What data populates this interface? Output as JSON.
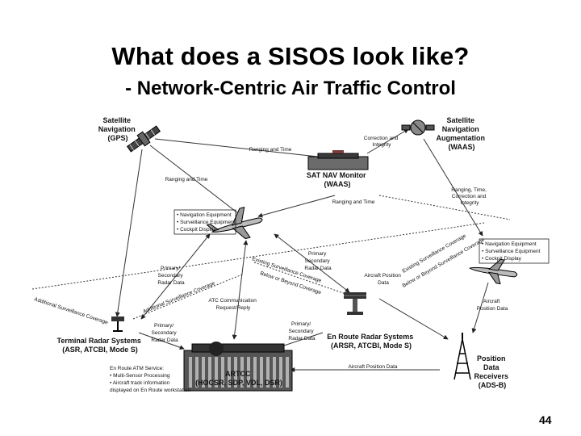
{
  "slide": {
    "title": "What does a SISOS look like?",
    "subtitle": "- Network-Centric Air Traffic Control",
    "page_number": "44"
  },
  "nodes": {
    "gps": [
      "Satellite",
      "Navigation",
      "(GPS)"
    ],
    "waas_aug": [
      "Satellite",
      "Navigation",
      "Augmentation",
      "(WAAS)"
    ],
    "sat_nav_monitor": [
      "SAT NAV Monitor",
      "(WAAS)"
    ],
    "terminal": [
      "Terminal Radar Systems",
      "(ASR, ATCBI, Mode S)"
    ],
    "enroute": [
      "En Route Radar Systems",
      "(ARSR, ATCBI, Mode S)"
    ],
    "artcc": [
      "ARTCC",
      "(HOCSR, SDP, VDL, DSR)"
    ],
    "adsb": [
      "Position",
      "Data",
      "Receivers",
      "(ADS-B)"
    ]
  },
  "link_labels": {
    "ranging_time_top": [
      "Ranging and Time"
    ],
    "correction_integrity": [
      "Correction and",
      "Integrity"
    ],
    "ranging_time_left": [
      "Ranging and Time"
    ],
    "ranging_time_mid": [
      "Ranging and Time"
    ],
    "ranging_time_corr": [
      "Ranging, Time,",
      "Correction and",
      "Integrity"
    ],
    "primary_secondary_left": [
      "Primary/",
      "Secondary",
      "Radar Data"
    ],
    "primary_secondary_center": [
      "Primary",
      "Secondary",
      "Radar Data"
    ],
    "aircraft_position_mid": [
      "Aircraft Position",
      "Data"
    ],
    "aircraft_position_right": [
      "Aircraft",
      "Position Data"
    ],
    "atc_comm": [
      "ATC Communication",
      "Request/Reply"
    ],
    "primary_secondary_terminal": [
      "Primary/",
      "Secondary",
      "Radar Data"
    ],
    "primary_secondary_enroute": [
      "Primary/",
      "Secondary",
      "Radar Data"
    ],
    "aircraft_position_bottom": [
      "Aircraft Position Data"
    ]
  },
  "rotated_labels": {
    "add_surv_cov_left": "Additional Surveillance Coverage",
    "add_surv_cov_left2": "Additional Surveillance Coverage",
    "existing_surv_cov_left": "Existing Surveillance Coverage",
    "below_beyond_left": "Below or Beyond Coverage",
    "existing_surv_cov_right": "Existing Surveillance Coverage",
    "below_beyond_right": "Below or Beyond Surveillance Coverage"
  },
  "equipment_lists": {
    "left_aircraft": [
      "• Navigation Equipment",
      "• Surveillance Equipment",
      "• Cockpit Display"
    ],
    "right_aircraft": [
      "• Navigation Equipment",
      "• Surveillance Equipment",
      "• Cockpit Display"
    ],
    "artcc_services": [
      "En Route ATM Service:",
      "• Multi-Sensor Processing",
      "• Aircraft track information",
      "  displayed on En Route workstation"
    ]
  },
  "icons": {
    "gps_satellite": "satellite-icon",
    "waas_satellite": "satellite-icon",
    "monitor": "ground-station-icon",
    "left_aircraft": "airliner-icon",
    "right_aircraft": "airliner-icon",
    "terminal_radar": "radar-antenna-icon",
    "enroute_radar": "radar-antenna-icon",
    "artcc_building": "control-center-building-icon",
    "adsb_tower": "radio-tower-icon"
  }
}
